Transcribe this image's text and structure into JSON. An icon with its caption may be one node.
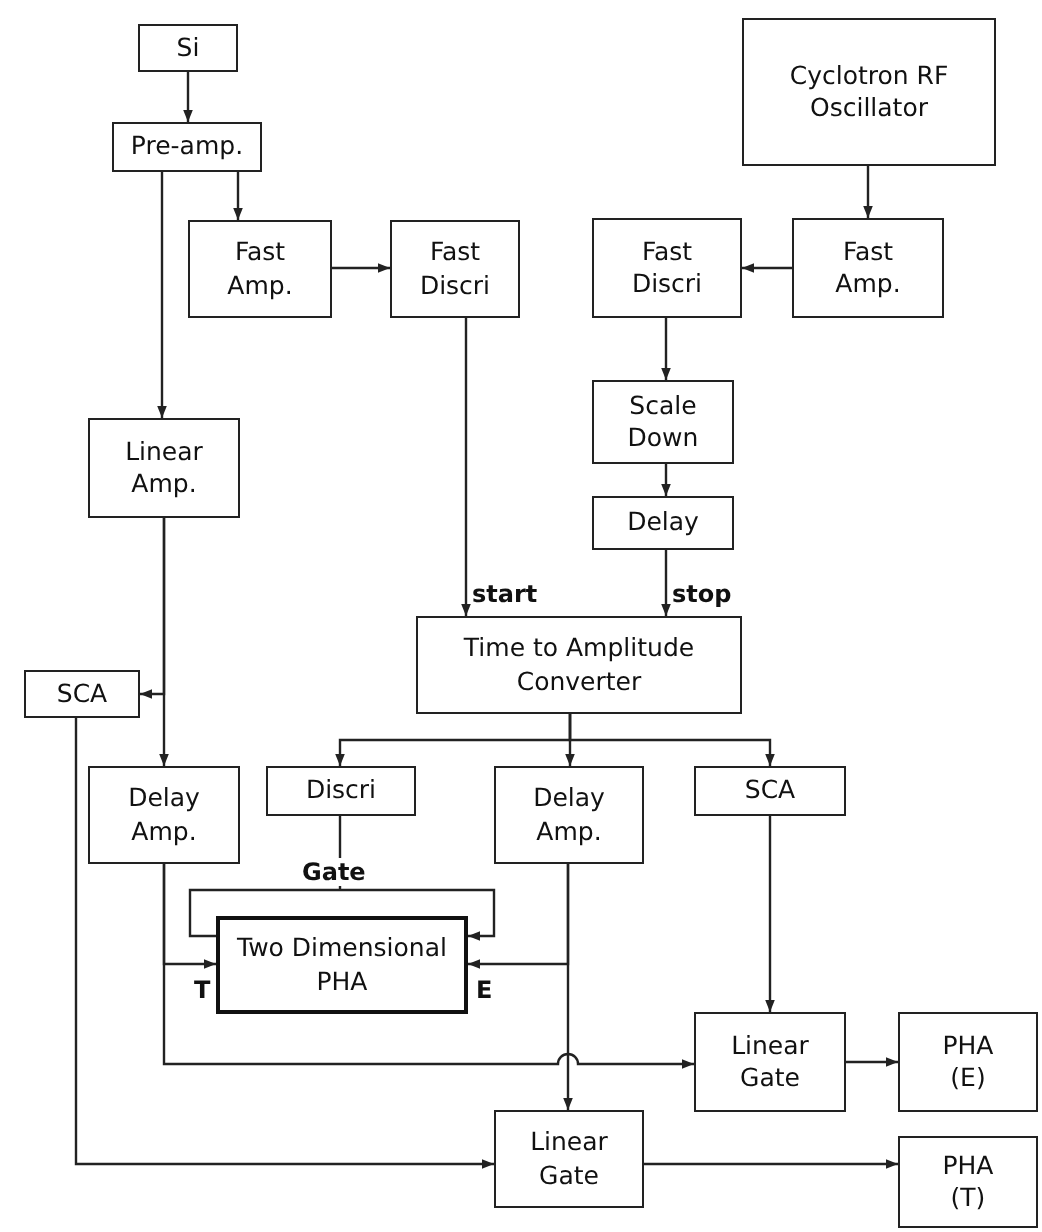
{
  "diagram": {
    "nodes": [
      {
        "text": [
          "Si"
        ]
      },
      {
        "text": [
          "Pre-amp."
        ]
      },
      {
        "text": [
          "Fast Amp."
        ]
      },
      {
        "text": [
          "Fast Discri"
        ]
      },
      {
        "text": [
          "Cyclotron RF Oscillator"
        ]
      },
      {
        "text": [
          "Fast Amp."
        ]
      },
      {
        "text": [
          "Fast Discri"
        ]
      },
      {
        "text": [
          "Scale Down"
        ]
      },
      {
        "text": [
          "Delay"
        ]
      },
      {
        "text": [
          "Linear Amp."
        ]
      },
      {
        "text": [
          "SCA"
        ]
      },
      {
        "text": [
          "Time to Amplitude Converter"
        ]
      },
      {
        "text": [
          "Delay Amp."
        ]
      },
      {
        "text": [
          "Discri"
        ]
      },
      {
        "text": [
          "Delay Amp."
        ]
      },
      {
        "text": [
          "SCA"
        ]
      },
      {
        "text": [
          "Two Dimensional PHA"
        ]
      },
      {
        "text": [
          "Linear Gate"
        ]
      },
      {
        "text": [
          "PHA (E)"
        ]
      },
      {
        "text": [
          "Linear Gate"
        ]
      },
      {
        "text": [
          "PHA (T)"
        ]
      }
    ],
    "edges": [
      {
        "from": 0,
        "to": 1,
        "arrow": "to"
      },
      {
        "from": 1,
        "to": 2,
        "arrow": "to"
      },
      {
        "from": 2,
        "to": 3,
        "arrow": "to"
      },
      {
        "from": 1,
        "to": 9,
        "arrow": "to"
      },
      {
        "from": 4,
        "to": 5,
        "arrow": "to"
      },
      {
        "from": 5,
        "to": 6,
        "arrow": "to"
      },
      {
        "from": 6,
        "to": 7,
        "arrow": "to"
      },
      {
        "from": 7,
        "to": 8,
        "arrow": "to"
      },
      {
        "from": 8,
        "to": 11,
        "arrow": "to"
      },
      {
        "from": 3,
        "to": 11,
        "arrow": "to"
      },
      {
        "from": 9,
        "to": 12,
        "arrow": "to"
      },
      {
        "from": 9,
        "to": 10,
        "arrow": "to"
      },
      {
        "from": 11,
        "to": 13,
        "arrow": "to"
      },
      {
        "from": 11,
        "to": 14,
        "arrow": "to"
      },
      {
        "from": 11,
        "to": 15,
        "arrow": "to"
      },
      {
        "from": 13,
        "to": 16,
        "arrow": "to",
        "label": "Gate"
      },
      {
        "from": 12,
        "to": 16,
        "arrow": "to"
      },
      {
        "from": 12,
        "to": 17,
        "arrow": "to"
      },
      {
        "from": 14,
        "to": 16,
        "arrow": "to"
      },
      {
        "from": 14,
        "to": 19,
        "arrow": "to"
      },
      {
        "from": 15,
        "to": 17,
        "arrow": "to"
      },
      {
        "from": 17,
        "to": 18,
        "arrow": "to"
      },
      {
        "from": 10,
        "to": 19,
        "arrow": "to"
      },
      {
        "from": 19,
        "to": 20,
        "arrow": "to"
      }
    ],
    "labels": [
      "start",
      "stop",
      "T",
      "E"
    ]
  }
}
